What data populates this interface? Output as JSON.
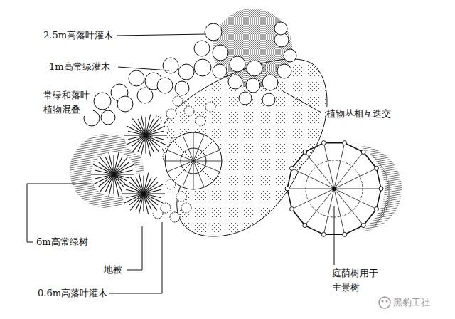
{
  "diagram": {
    "labels": [
      "2.5m高落叶灌木",
      "1m高常绿灌木",
      "常绿和落叶植物混叠",
      "植物丛相互迭交",
      "6m高常绿树",
      "地被",
      "0.6m高落叶灌木",
      "庭荫树用于主景树",
      "黑豹工社"
    ]
  }
}
